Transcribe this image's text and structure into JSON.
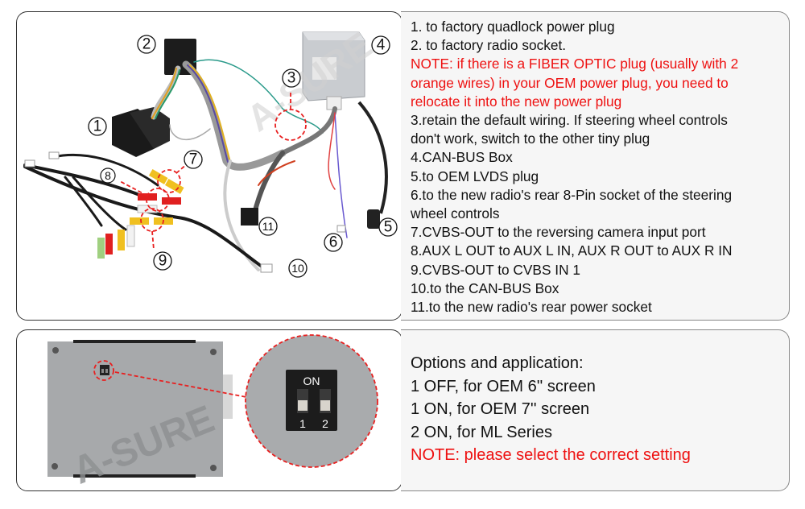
{
  "colors": {
    "note_red": "#ee1111",
    "text": "#111111",
    "callout_red": "#e82020"
  },
  "diagram": {
    "callouts": [
      "1",
      "2",
      "3",
      "4",
      "5",
      "6",
      "7",
      "8",
      "9",
      "10",
      "11"
    ],
    "watermark": "A-SURE"
  },
  "legend": {
    "lines": [
      {
        "text": "1. to factory quadlock power plug",
        "note": false
      },
      {
        "text": "2. to factory radio socket.",
        "note": false
      },
      {
        "text": "NOTE: if there is a FIBER OPTIC plug (usually with 2",
        "note": true
      },
      {
        "text": "orange wires) in your OEM power plug, you need to",
        "note": true
      },
      {
        "text": "relocate it into the new power plug",
        "note": true
      },
      {
        "text": "3.retain the default wiring. If steering wheel controls",
        "note": false
      },
      {
        "text": "don't work, switch to the other tiny plug",
        "note": false
      },
      {
        "text": "4.CAN-BUS Box",
        "note": false
      },
      {
        "text": "5.to OEM LVDS plug",
        "note": false
      },
      {
        "text": "6.to the new radio's rear 8-Pin socket of the steering",
        "note": false
      },
      {
        "text": "wheel controls",
        "note": false
      },
      {
        "text": "7.CVBS-OUT to the reversing camera input port",
        "note": false
      },
      {
        "text": "8.AUX L OUT to AUX L IN, AUX R OUT to AUX R IN",
        "note": false
      },
      {
        "text": "9.CVBS-OUT to CVBS IN 1",
        "note": false
      },
      {
        "text": "10.to the CAN-BUS Box",
        "note": false
      },
      {
        "text": "11.to the new radio's rear power socket",
        "note": false
      }
    ]
  },
  "dip_switch": {
    "label_on": "ON",
    "switch_labels": [
      "1",
      "2"
    ],
    "watermark": "A-SURE"
  },
  "options": {
    "title": "Options and application:",
    "items": [
      "1 OFF, for OEM 6'' screen",
      "1 ON, for OEM 7'' screen",
      "2 ON, for ML Series"
    ],
    "note": "NOTE: please select the correct setting"
  }
}
